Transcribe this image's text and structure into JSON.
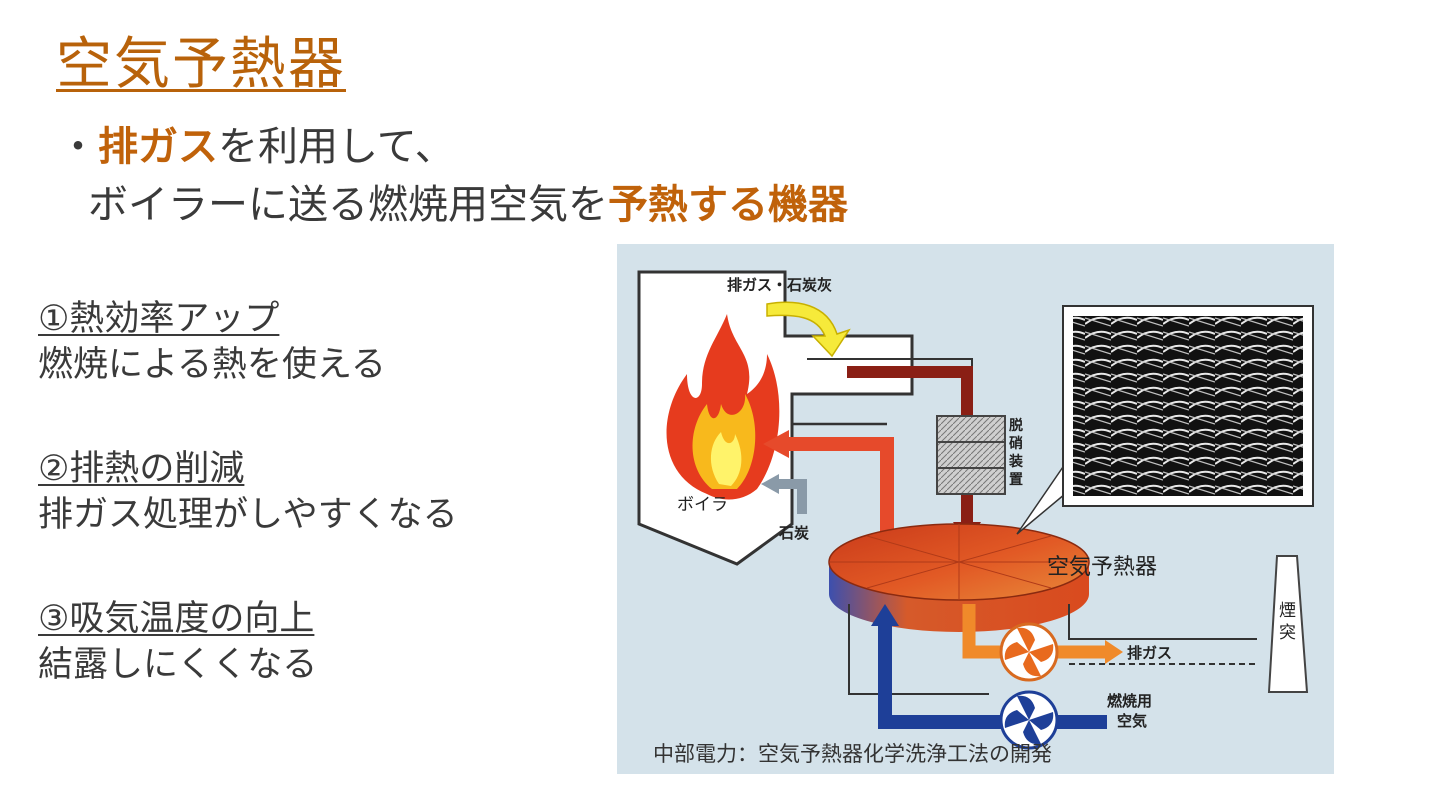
{
  "slide": {
    "title": "空気予熱器",
    "lead": {
      "bullet": "・",
      "hl1": "排ガス",
      "text1": "を利用して、",
      "text2": "ボイラーに送る燃焼用空気を",
      "hl2": "予熱する機器"
    },
    "points": [
      {
        "heading": "①熱効率アップ",
        "desc": "燃焼による熱を使える"
      },
      {
        "heading": "②排熱の削減",
        "desc": "排ガス処理がしやすくなる"
      },
      {
        "heading": "③吸気温度の向上",
        "desc": "結露しにくくなる"
      }
    ]
  },
  "figure": {
    "labels": {
      "exhaust_coal_ash": "排ガス・石炭灰",
      "boiler": "ボイラ",
      "coal": "石炭",
      "denitration_line1": "脱",
      "denitration_line2": "硝",
      "denitration_line3": "装",
      "denitration_line4": "置",
      "air_preheater": "空気予熱器",
      "chimney_line1": "煙",
      "chimney_line2": "突",
      "exhaust_gas": "排ガス",
      "combustion_air_line1": "燃焼用",
      "combustion_air_line2": "空気"
    },
    "caption": "中部電力：空気予熱器化学洗浄工法の開発"
  },
  "colors": {
    "title": "#b8620a",
    "highlight": "#c0620a",
    "figure_bg": "#d4e2ea"
  }
}
